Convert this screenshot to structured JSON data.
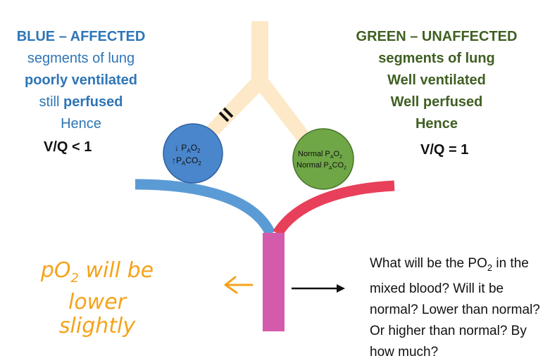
{
  "left_label": {
    "line1": "BLUE – AFFECTED",
    "line2": "segments of lung",
    "line3": "poorly ventilated",
    "line4_a": "still ",
    "line4_b": "perfused",
    "line5": "Hence",
    "ratio": "V/Q < 1"
  },
  "right_label": {
    "line1": "GREEN – UNAFFECTED",
    "line2": "segments of lung",
    "line3": "Well ventilated",
    "line4": "Well perfused",
    "line5": "Hence",
    "ratio": "V/Q = 1"
  },
  "blue_alveolus": {
    "row1_symbol": "↓ P",
    "row1_sub": "A",
    "row1_main": "O",
    "row1_sub2": "2",
    "row2_symbol": "↑P",
    "row2_sub": "A",
    "row2_main": "CO",
    "row2_sub2": "2"
  },
  "green_alveolus": {
    "row1_prefix": "Normal P",
    "row1_sub": "A",
    "row1_main": "O",
    "row1_sub2": "2",
    "row2_prefix": "Normal P",
    "row2_sub": "A",
    "row2_main": "CO",
    "row2_sub2": "2"
  },
  "question": {
    "part1": "What will be the PO",
    "sub": "2",
    "part2": " in the mixed blood? Will it be normal? Lower than normal? Or higher than normal? By how much?"
  },
  "handwritten": {
    "line1_a": "pO",
    "line1_sub": "2",
    "line1_b": " will be",
    "line2": "lower",
    "line3": "slightly"
  },
  "colors": {
    "airway": "#fde9c8",
    "blue_alveolus": "#4a86cc",
    "green_alveolus": "#6fa646",
    "blue_vessel": "#5b9bd5",
    "red_vessel": "#e8405a",
    "mixed_vessel": "#d45bab",
    "handwriting": "#f5a31a",
    "left_text": "#2e75b6",
    "right_text": "#3f5f22"
  }
}
